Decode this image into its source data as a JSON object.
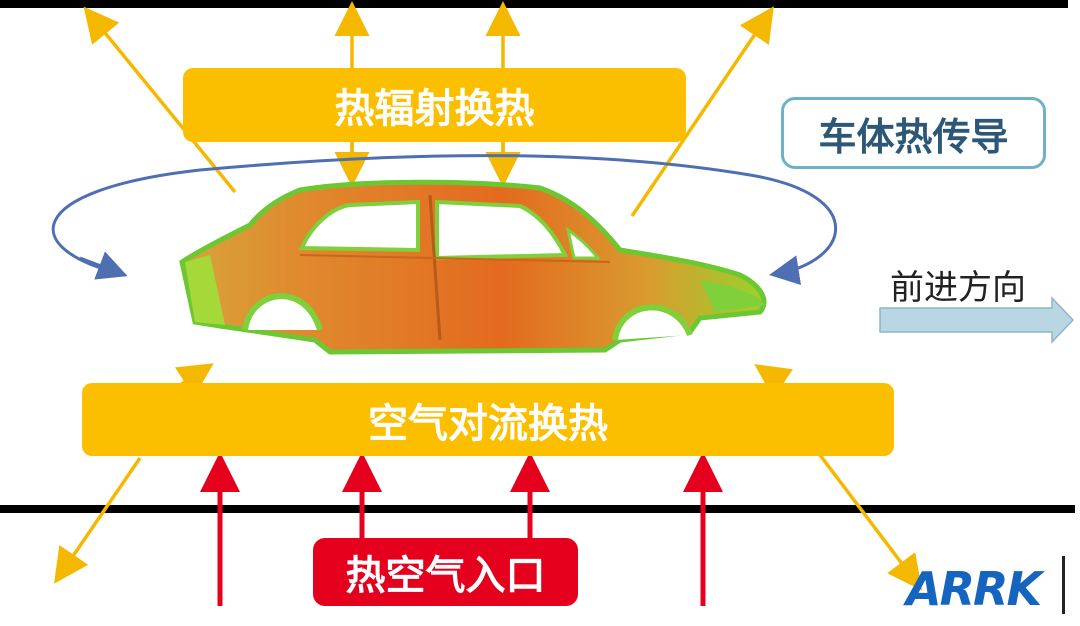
{
  "labels": {
    "radiation": "热辐射换热",
    "convection": "空气对流换热",
    "hot_inlet": "热空气入口",
    "conduction": "车体热传导",
    "direction": "前进方向"
  },
  "brand": {
    "logo_text": "ARRK"
  },
  "colors": {
    "yellow_arrow": "#f5b800",
    "red_arrow": "#e5001e",
    "blue_loop": "#4f6fb3",
    "direction_arrow": "#b9d6e3",
    "conduction_border": "#6fb2c8"
  }
}
